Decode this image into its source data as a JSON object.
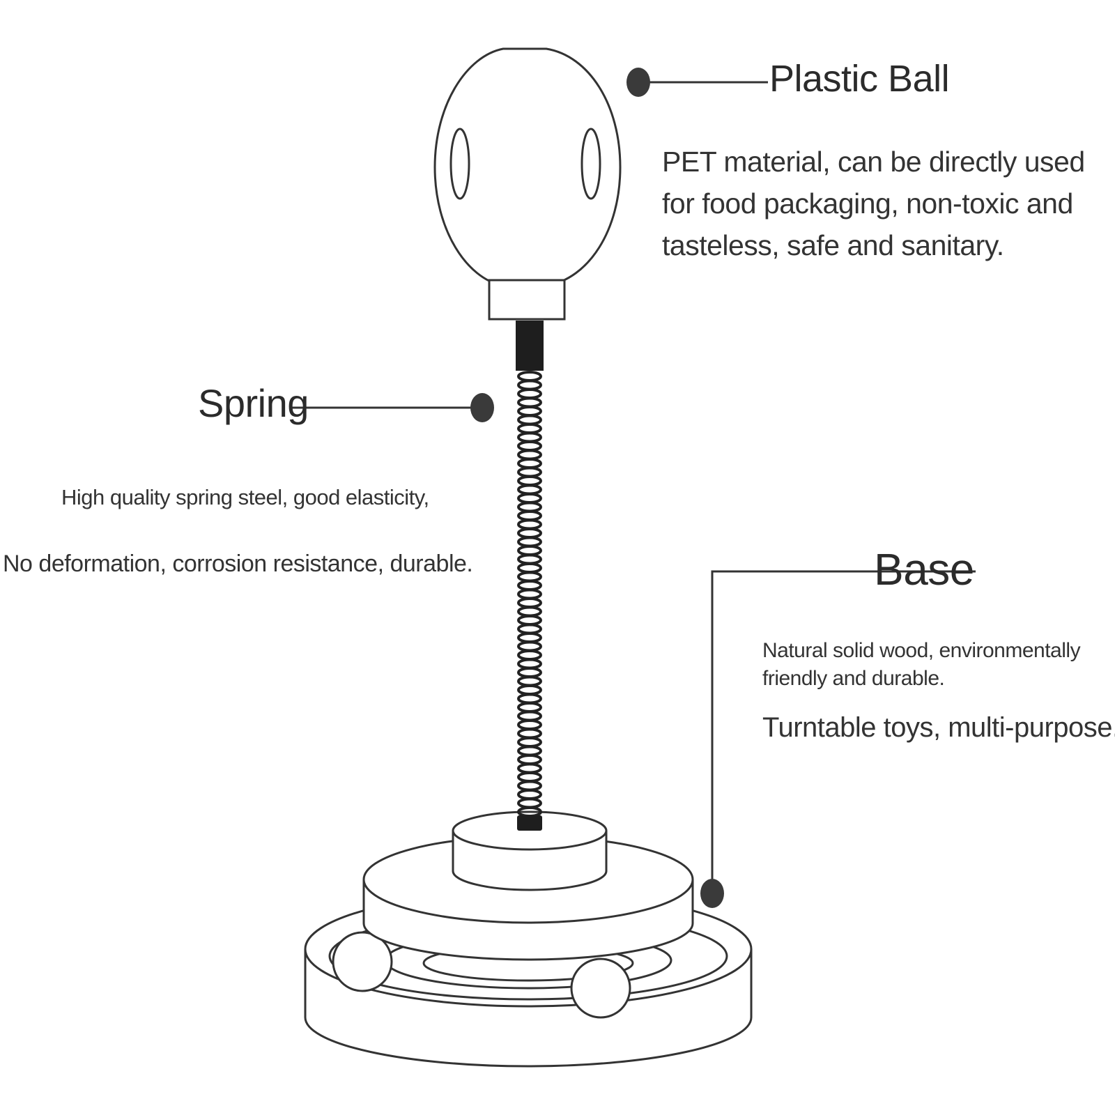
{
  "callouts": {
    "ball": {
      "title": "Plastic Ball",
      "description": "PET material, can be directly used for food packaging, non-toxic and tasteless, safe and sanitary."
    },
    "spring": {
      "title": "Spring",
      "line1": "High quality spring steel, good elasticity,",
      "line2": "No deformation, corrosion resistance, durable."
    },
    "base": {
      "title": "Base",
      "line1": "Natural solid wood, environmentally friendly and durable.",
      "line2": "Turntable toys, multi-purpose."
    }
  },
  "colors": {
    "stroke": "#333333",
    "dot": "#3a3a3a",
    "text": "#333333"
  }
}
